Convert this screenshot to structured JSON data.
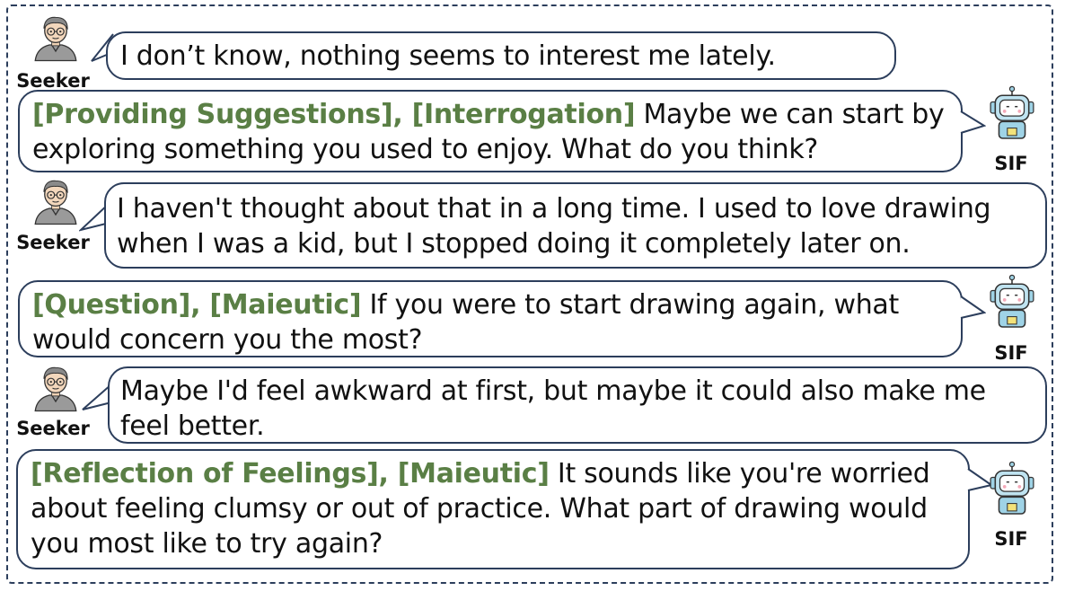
{
  "speakers": {
    "seeker": "Seeker",
    "sif": "SIF"
  },
  "turns": [
    {
      "speaker": "seeker",
      "tags": "",
      "text": "I don’t know, nothing seems to interest me lately."
    },
    {
      "speaker": "sif",
      "tags": "[Providing Suggestions], [Interrogation]",
      "text": " Maybe we can start by exploring something you used to enjoy. What do you think?"
    },
    {
      "speaker": "seeker",
      "tags": "",
      "text": "I haven't thought about that in a long time. I used to love drawing when I was a kid, but I stopped doing it completely later on."
    },
    {
      "speaker": "sif",
      "tags": "[Question], [Maieutic]",
      "text": " If you were to start drawing again, what would concern you the most?"
    },
    {
      "speaker": "seeker",
      "tags": "",
      "text": "Maybe I'd feel awkward at first, but maybe it could also make me feel better."
    },
    {
      "speaker": "sif",
      "tags": "[Reflection of Feelings], [Maieutic]",
      "text": " It sounds like you're worried about feeling clumsy or out of practice. What part of drawing would you most like to try again?"
    }
  ],
  "colors": {
    "border": "#2c3e5c",
    "tag": "#5a7f45"
  }
}
